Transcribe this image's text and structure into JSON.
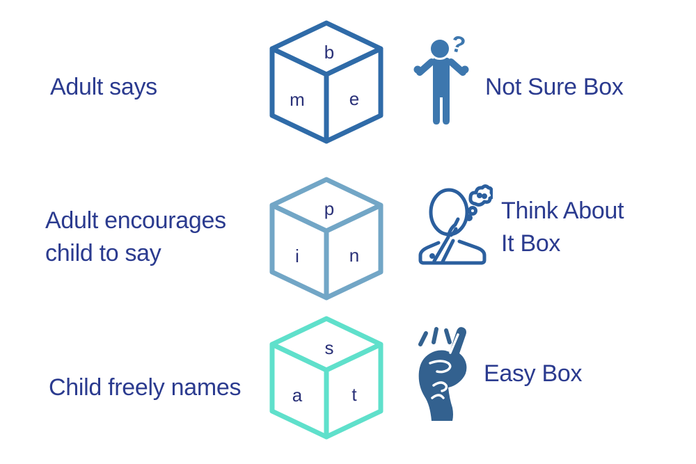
{
  "colors": {
    "background": "#ffffff",
    "label_navy": "#2b3b8f",
    "cube_letter_navy": "#2a3178",
    "cube1_stroke": "#2f6ba8",
    "cube2_stroke": "#72a6c6",
    "cube3_stroke": "#5fe0cb",
    "shrug_icon_fill": "#3d77ae",
    "think_icon_stroke": "#2b5f9e",
    "snap_icon_fill": "#33618f"
  },
  "rows": [
    {
      "left_label": "Adult says",
      "cube": {
        "top": "b",
        "left": "m",
        "right": "e",
        "color": "#2f6ba8"
      },
      "icon": "shrugging-person-with-question-mark",
      "icon_glyph": "?",
      "right_label": "Not Sure Box"
    },
    {
      "left_label": "Adult encourages\nchild to say",
      "cube": {
        "top": "p",
        "left": "i",
        "right": "n",
        "color": "#72a6c6"
      },
      "icon": "thinking-person-with-thought-bubble",
      "right_label": "Think About\nIt Box"
    },
    {
      "left_label": "Child freely names",
      "cube": {
        "top": "s",
        "left": "a",
        "right": "t",
        "color": "#5fe0cb"
      },
      "icon": "snapping-fingers-hand",
      "right_label": "Easy Box"
    }
  ]
}
